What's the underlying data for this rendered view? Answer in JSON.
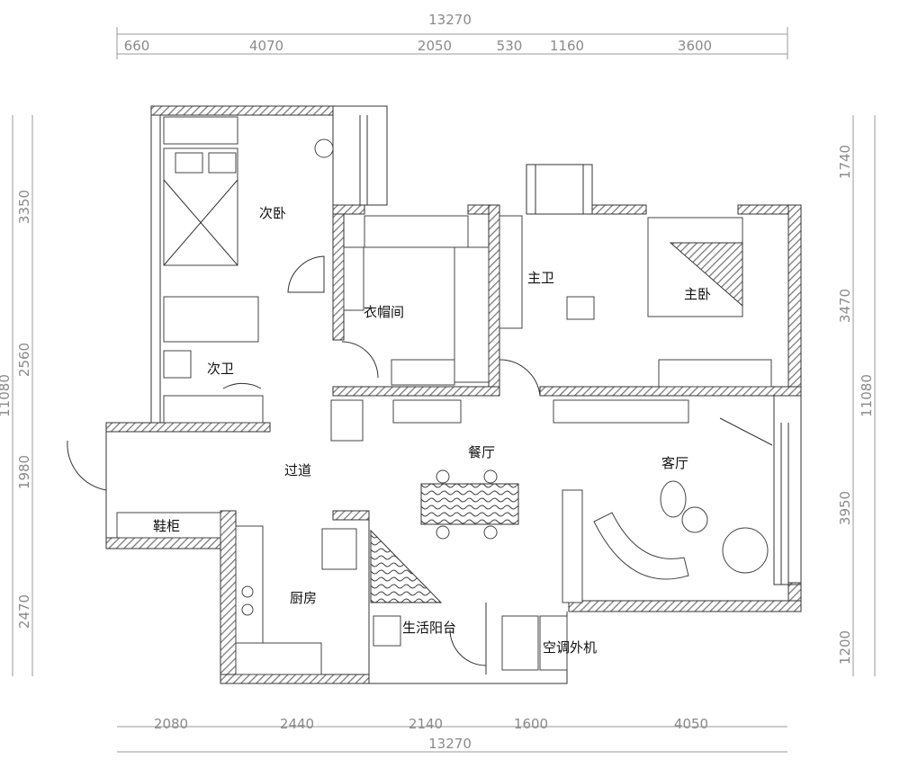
{
  "title": "Floor plan",
  "dimensions": {
    "top_total": "13270",
    "top": [
      "660",
      "4070",
      "2050",
      "530",
      "1160",
      "3600"
    ],
    "bottom": [
      "2080",
      "2440",
      "2140",
      "1600",
      "4050"
    ],
    "bottom_total": "13270",
    "left": [
      "3350",
      "2560",
      "1980",
      "2470"
    ],
    "left_total": "11080",
    "right": [
      "1740",
      "3470",
      "3950",
      "1200"
    ],
    "right_total": "11080"
  },
  "rooms": {
    "second_bedroom": "次卧",
    "walk_in_closet": "衣帽间",
    "master_bath": "主卫",
    "master_bedroom": "主卧",
    "second_bath": "次卫",
    "corridor": "过道",
    "dining": "餐厅",
    "living": "客厅",
    "shoe_cabinet": "鞋柜",
    "kitchen": "厨房",
    "utility_balcony": "生活阳台",
    "ac_unit": "空调外机"
  }
}
